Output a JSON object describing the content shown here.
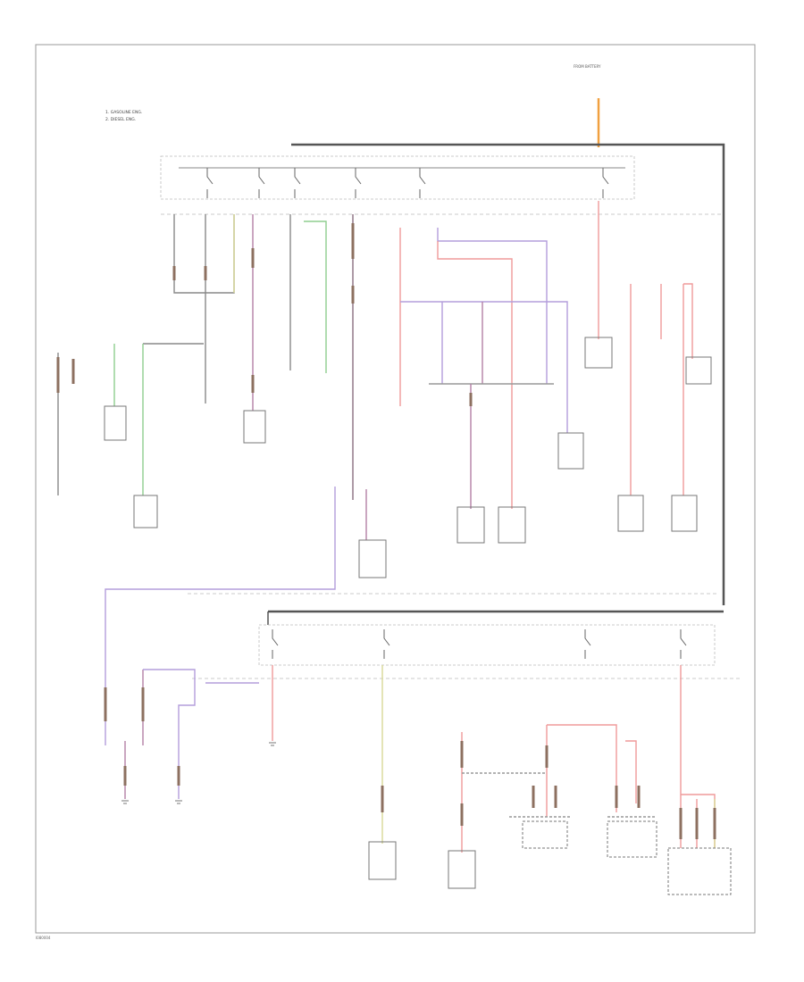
{
  "legend": {
    "line1": "1. GASOLINE ENG.",
    "line2": "2. DIESEL ENG."
  },
  "top_source_label": "FROM BATTERY",
  "footer_code": "I080004",
  "colors": {
    "wire_red": "#ef9a9a",
    "wire_violet": "#b39ddb",
    "wire_green": "#8fce8f",
    "wire_yellow": "#d8d896",
    "wire_brown": "#9b8279",
    "wire_orange": "#f0a040",
    "ink": "#444444"
  }
}
